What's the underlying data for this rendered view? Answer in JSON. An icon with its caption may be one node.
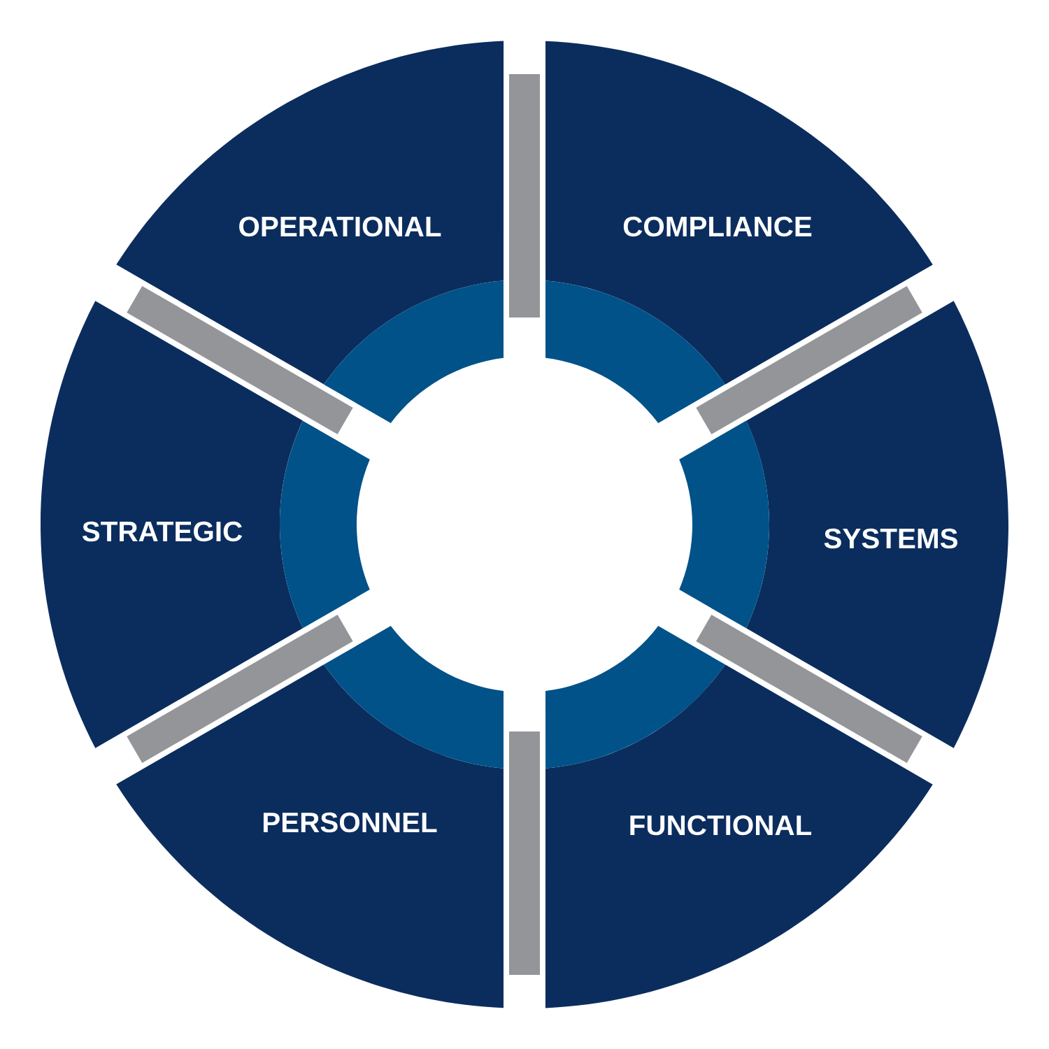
{
  "diagram": {
    "nodes": [
      {
        "text": [
          "OPERATIONAL"
        ]
      },
      {
        "text": [
          "COMPLIANCE"
        ]
      },
      {
        "text": [
          "STRATEGIC"
        ]
      },
      {
        "text": [
          "SYSTEMS"
        ]
      },
      {
        "text": [
          "PERSONNEL"
        ]
      },
      {
        "text": [
          "FUNCTIONAL"
        ]
      }
    ]
  }
}
